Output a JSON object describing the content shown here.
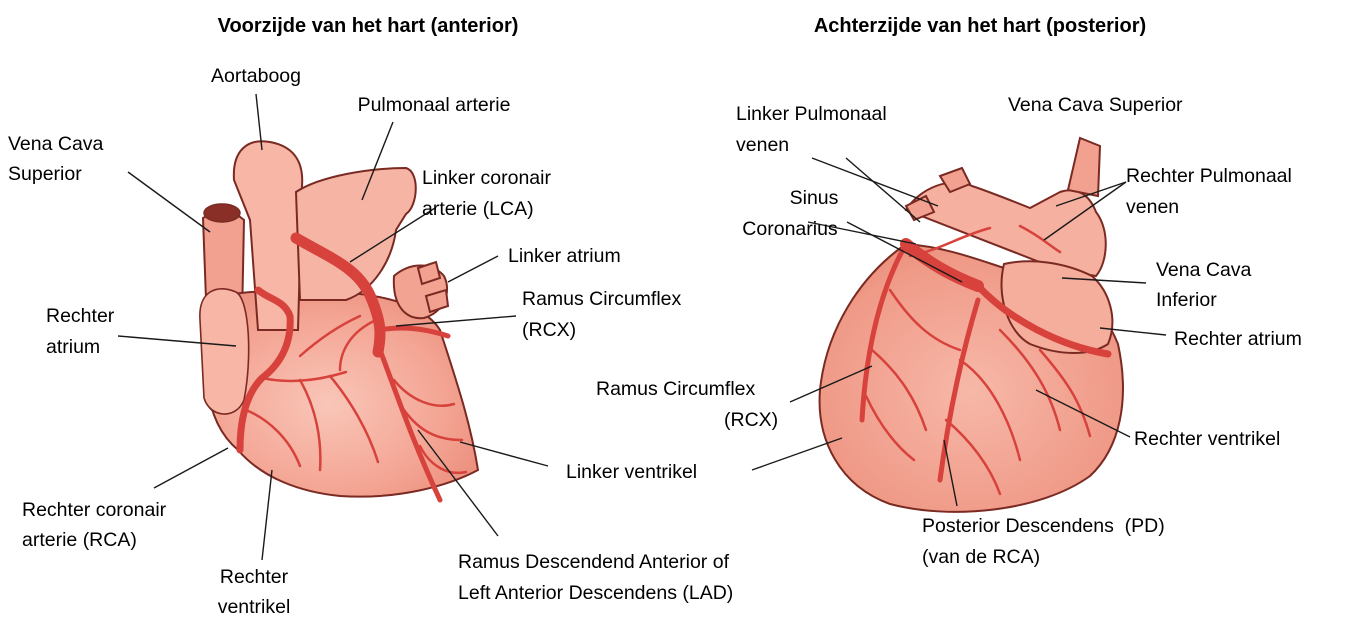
{
  "colors": {
    "heart_fill": "#f4a594",
    "heart_light": "#f8c2b4",
    "heart_dark": "#e98877",
    "vessel": "#d7423c",
    "vessel_light": "#e8655b",
    "outline": "#7a2a22",
    "label_text": "#1a1a1a"
  },
  "anterior": {
    "title": "Voorzijde van het hart (anterior)",
    "labels": {
      "aortaboog": "Aortaboog",
      "pulmonaal_arterie": "Pulmonaal arterie",
      "vcs_1": "Vena Cava",
      "vcs_2": "Superior",
      "lca_1": "Linker coronair",
      "lca_2": "arterie (LCA)",
      "linker_atrium": "Linker atrium",
      "rcx_1": "Ramus Circumflex",
      "rcx_2": "(RCX)",
      "rechter_atrium_1": "Rechter",
      "rechter_atrium_2": "atrium",
      "linker_ventrikel": "Linker ventrikel",
      "rca_1": "Rechter coronair",
      "rca_2": "arterie (RCA)",
      "rechter_ventrikel_1": "Rechter",
      "rechter_ventrikel_2": "ventrikel",
      "lad_1": "Ramus Descendend Anterior of",
      "lad_2": "Left Anterior Descendens (LAD)"
    }
  },
  "posterior": {
    "title": "Achterzijde van het hart (posterior)",
    "labels": {
      "lpv_1": "Linker Pulmonaal",
      "lpv_2": "venen",
      "vcs": "Vena Cava Superior",
      "sinus_1": "Sinus",
      "sinus_2": "Coronarius",
      "rpv_1": "Rechter Pulmonaal",
      "rpv_2": "venen",
      "vci_1": "Vena Cava",
      "vci_2": "Inferior",
      "rechter_atrium": "Rechter atrium",
      "rcx_1": "Ramus Circumflex",
      "rcx_2": "(RCX)",
      "rechter_ventrikel": "Rechter ventrikel",
      "pd_1": "Posterior Descendens  (PD)",
      "pd_2": "(van de RCA)"
    }
  }
}
